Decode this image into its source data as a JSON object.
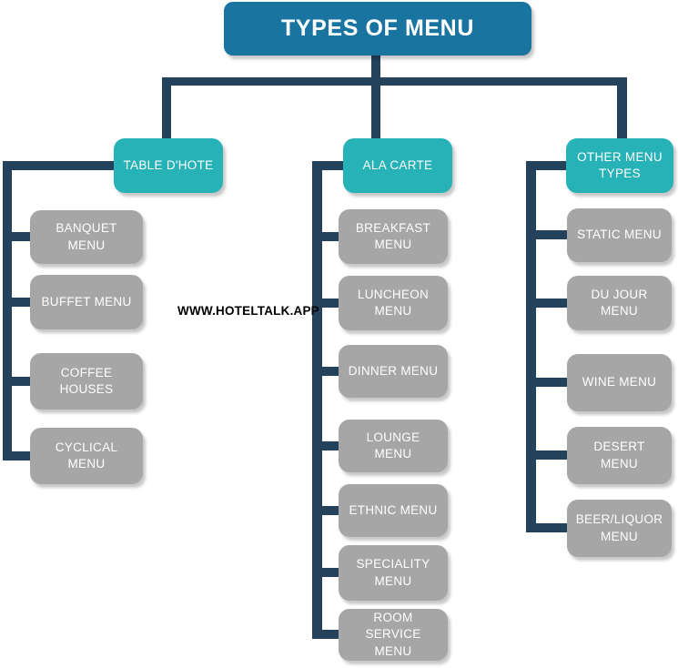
{
  "diagram": {
    "root_label": "TYPES OF MENU",
    "watermark": "WWW.HOTELTALK.APP",
    "colors": {
      "root": "#1a74a0",
      "branch": "#27b2b8",
      "leaf": "#a6a6a6",
      "connector": "#24425c",
      "text": "#ffffff"
    },
    "branches": [
      {
        "label": "TABLE D'HOTE",
        "children": [
          "BANQUET MENU",
          "BUFFET MENU",
          "COFFEE HOUSES",
          "CYCLICAL MENU"
        ]
      },
      {
        "label": "ALA CARTE",
        "children": [
          "BREAKFAST MENU",
          "LUNCHEON MENU",
          "DINNER MENU",
          "LOUNGE MENU",
          "ETHNIC MENU",
          "SPECIALITY MENU",
          "ROOM SERVICE MENU"
        ]
      },
      {
        "label": "OTHER MENU TYPES",
        "children": [
          "STATIC MENU",
          "DU JOUR MENU",
          "WINE MENU",
          "DESERT MENU",
          "BEER/LIQUOR MENU"
        ]
      }
    ]
  }
}
